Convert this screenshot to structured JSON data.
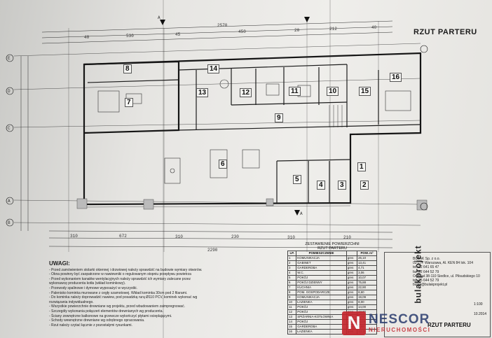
{
  "drawing": {
    "title": "RZUT PARTERU",
    "footer_title": "RZUT PARTERU",
    "section_marker": "A",
    "scale": "1:100",
    "date": "10.2014"
  },
  "dimensions": {
    "top_total": "2570",
    "top_row": [
      "40",
      "530",
      "45",
      "450",
      "20",
      "212",
      "40"
    ],
    "bottom_total": "2290",
    "bottom_row": [
      "310",
      "672",
      "310",
      "230",
      "310",
      "210"
    ],
    "left_axis": [
      "A",
      "B",
      "C",
      "D",
      "E"
    ]
  },
  "rooms": [
    "1",
    "2",
    "3",
    "4",
    "5",
    "6",
    "7",
    "8",
    "9",
    "10",
    "11",
    "12",
    "13",
    "14",
    "15",
    "16"
  ],
  "notes": {
    "heading": "UWAGI:",
    "lines": [
      "- Przed zamówieniem stolarki okiennej i drzwiowej należy sprawdzić na budowie wymiary otworów.",
      "- Okna powinny być zaopatrzone w nawiewniki o regulowanym stopniu przepływu powietrza",
      "- Przed wykonaniem kanałów wentylacyjnych należy sprawdzić ich wymiary zalecane przez",
      "  wykonawcę producenta kotła (wkład kominkowy).",
      "- Przewody spalinowe i dymowe wyposażyć w wyczystki.",
      "- Palenisko kominka murowane z cegły szamotowej. Wkład kominka 30cm pod 2 filarami.",
      "- Do kominka należy doprowadzić nawiew, pod posadzką rurą Ø110 PCV, kominek wykonać wg",
      "  rozwiązania indywidualnego.",
      "- Wszystkie powierzchnie drewniane wg projektu, przed wbudowaniem zaimpregnować.",
      "- Szczegóły wykonania połączeń elementów drewnianych wg producenta.",
      "- Ściany zewnętrzne balkonowe na grzewcze wykończyć płytami ocieplającymi.",
      "- Schody wewnętrzne drewniane wg odrębnego opracowania.",
      "- Rzut należy czytać łącznie z pozostałymi rysunkami."
    ]
  },
  "area_table": {
    "heading_1": "ZESTAWIENIE POWIERZCHNI",
    "heading_2": "RZUT PARTERU",
    "columns": [
      "LP.",
      "POMIESZCZENIE",
      "",
      "POW. m²"
    ],
    "rows": [
      [
        "1",
        "KOMUNIKACJA",
        "gres",
        "26,10"
      ],
      [
        "2",
        "GABINET",
        "gres",
        "13,41"
      ],
      [
        "3",
        "GARDEROBA",
        "gres",
        "4,71"
      ],
      [
        "4",
        "W.C.",
        "gres",
        "3,06"
      ],
      [
        "5",
        "POKÓJ",
        "gres",
        "10,07"
      ],
      [
        "6",
        "POKÓJ DZIENNY",
        "gres",
        "75,88"
      ],
      [
        "7",
        "KUCHNIA",
        "gres",
        "22,90"
      ],
      [
        "8",
        "POM. GOSPODARCZE",
        "gres",
        "8,60"
      ],
      [
        "9",
        "KOMUNIKACJA",
        "gres",
        "19,09"
      ],
      [
        "10",
        "ŁAZIENKA",
        "gres",
        "8,00"
      ],
      [
        "11",
        "POKÓJ",
        "gres",
        "14,00"
      ],
      [
        "12",
        "POKÓJ",
        "gres",
        "13,00"
      ],
      [
        "13",
        "SPIŻARNIA-KOTŁOWNIA",
        "gres",
        "6,76"
      ],
      [
        "14",
        "POKÓJ",
        "gres",
        "13,06"
      ],
      [
        "15",
        "GARDEROBA",
        "gres",
        "3,85"
      ],
      [
        "16",
        "ŁAZIENKA",
        "gres",
        "13,16"
      ]
    ]
  },
  "company": {
    "logo": "bulakprojekt",
    "name": "BULAK Sp. z o.o.",
    "address_lines": [
      "02-777 Warszawa, Al. KEN 84 lok. 104",
      "tel. 22 641 65 47",
      "fax 22 644 52 79",
      "Oddział 38-110 Siedlce, ul. Piłsudskiego 10",
      "tel. 25 644 52 79",
      "bulak@bulakprojekt.pl"
    ]
  },
  "watermark": {
    "mark": "N",
    "line_1": "NESCOR",
    "line_2": "NIERUCHOMOŚCI"
  },
  "colors": {
    "paper": "#ecebe7",
    "ink": "#1b1b1b",
    "brand_red": "#c4262e",
    "brand_blue": "#2a3c6e"
  }
}
